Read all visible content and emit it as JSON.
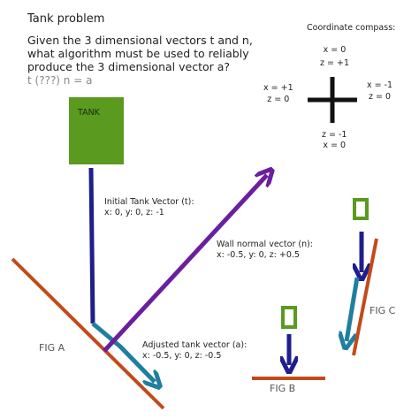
{
  "title": "Tank problem",
  "question": [
    "Given the 3 dimensional vectors t and n,",
    "what algorithm must be used to reliably",
    "produce the 3 dimensional vector a?"
  ],
  "formula": "t (???) n = a",
  "compass": {
    "title": "Coordinate compass:",
    "top": [
      "x = 0",
      "z = +1"
    ],
    "left": [
      "x = +1",
      "z = 0"
    ],
    "right": [
      "x = -1",
      "z = 0"
    ],
    "bottom": [
      "z = -1",
      "x = 0"
    ]
  },
  "tank_label": "TANK",
  "initial_vector": [
    "Initial Tank Vector (t):",
    "x: 0, y: 0, z: -1"
  ],
  "wall_normal": [
    "Wall normal vector (n):",
    "x: -0.5, y: 0, z: +0.5"
  ],
  "adjusted_vector": [
    "Adjusted tank vector (a):",
    "x: -0.5, y: 0, z: -0.5"
  ],
  "figures": {
    "a": "FIG A",
    "b": "FIG B",
    "c": "FIG C"
  },
  "colors": {
    "tank": "#5a9a1f",
    "vector_t": "#1f1f8c",
    "vector_a": "#1f7f9f",
    "normal": "#6a1fa0",
    "wall": "#c24a1a"
  }
}
